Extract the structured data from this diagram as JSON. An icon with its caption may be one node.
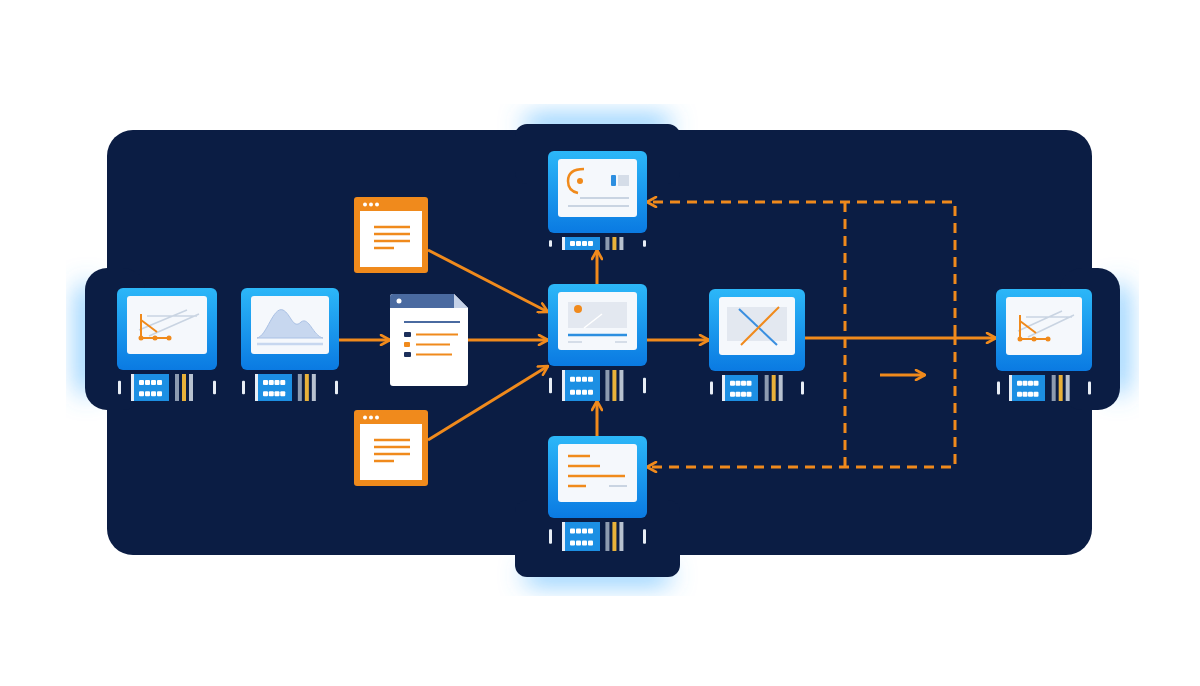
{
  "diagram": {
    "nodes": [
      {
        "text": [],
        "shape": "picture"
      },
      {
        "text": [],
        "shape": "picture"
      },
      {
        "text": [],
        "shape": "picture"
      },
      {
        "text": [],
        "shape": "picture"
      },
      {
        "text": [],
        "shape": "picture"
      },
      {
        "text": [],
        "shape": "picture"
      },
      {
        "text": [],
        "shape": "picture"
      },
      {
        "text": [],
        "shape": "picture"
      },
      {
        "text": [],
        "shape": "picture"
      },
      {
        "text": [],
        "shape": "picture"
      }
    ],
    "edges": [
      {
        "from": 1,
        "to": 3,
        "arrow": "to"
      },
      {
        "from": 2,
        "to": 6,
        "arrow": "to"
      },
      {
        "from": 4,
        "to": 6,
        "arrow": "to"
      },
      {
        "from": 3,
        "to": 6,
        "arrow": "to"
      },
      {
        "from": 6,
        "to": 5,
        "arrow": "to"
      },
      {
        "from": 7,
        "to": 6,
        "arrow": "to"
      },
      {
        "from": 6,
        "to": 8,
        "arrow": "to"
      },
      {
        "from": 8,
        "to": 9,
        "arrow": "to"
      },
      {
        "from": null,
        "to": 5,
        "arrow": "to",
        "style": "dashed"
      },
      {
        "from": null,
        "to": 7,
        "arrow": "to",
        "style": "dashed"
      }
    ]
  }
}
